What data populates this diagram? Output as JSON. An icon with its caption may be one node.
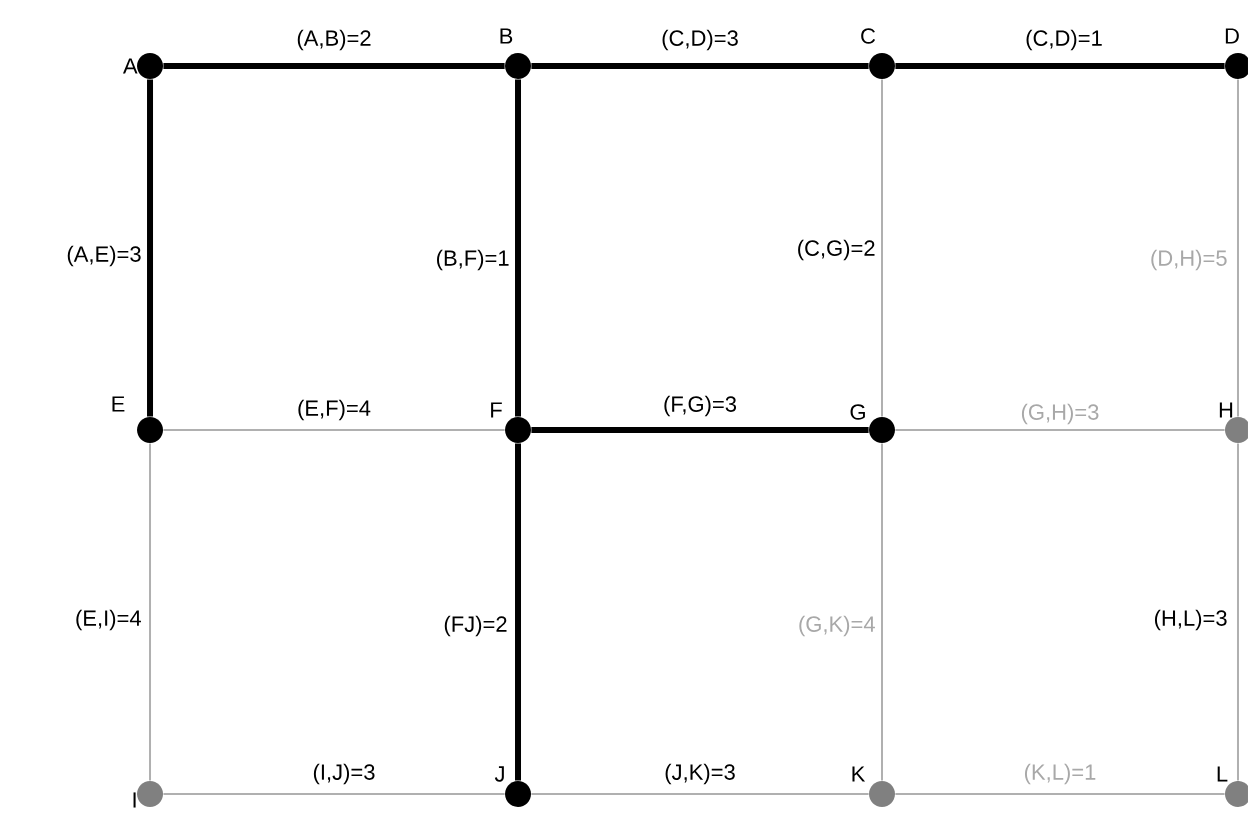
{
  "diagram": {
    "nodes": [
      {
        "text": [],
        "shape": "circle",
        "beside": [
          "A"
        ]
      },
      {
        "text": [],
        "shape": "circle",
        "beside": [
          "B"
        ]
      },
      {
        "text": [],
        "shape": "circle",
        "beside": [
          "C"
        ]
      },
      {
        "text": [],
        "shape": "circle",
        "beside": [
          "D"
        ]
      },
      {
        "text": [],
        "shape": "circle",
        "beside": [
          "E"
        ]
      },
      {
        "text": [],
        "shape": "circle",
        "beside": [
          "F"
        ]
      },
      {
        "text": [],
        "shape": "circle",
        "beside": [
          "G"
        ]
      },
      {
        "text": [],
        "shape": "circle",
        "beside": [
          "H"
        ]
      },
      {
        "text": [],
        "shape": "circle",
        "beside": [
          "I"
        ]
      },
      {
        "text": [],
        "shape": "circle",
        "beside": [
          "J"
        ]
      },
      {
        "text": [],
        "shape": "circle",
        "beside": [
          "K"
        ]
      },
      {
        "text": [],
        "shape": "circle",
        "beside": [
          "L"
        ]
      }
    ],
    "edges": [
      {
        "from": 0,
        "to": 1,
        "arrow": "none",
        "label": "(A,B)=2",
        "style": "thick",
        "color": "#000000"
      },
      {
        "from": 1,
        "to": 2,
        "arrow": "none",
        "label": "(C,D)=3",
        "style": "thick",
        "color": "#000000"
      },
      {
        "from": 2,
        "to": 3,
        "arrow": "none",
        "label": "(C,D)=1",
        "style": "thick",
        "color": "#000000"
      },
      {
        "from": 0,
        "to": 4,
        "arrow": "none",
        "label": "(A,E)=3",
        "style": "thick",
        "color": "#000000"
      },
      {
        "from": 1,
        "to": 5,
        "arrow": "none",
        "label": "(B,F)=1",
        "style": "thick",
        "color": "#000000"
      },
      {
        "from": 2,
        "to": 6,
        "arrow": "none",
        "label": "(C,G)=2"
      },
      {
        "from": 3,
        "to": 7,
        "arrow": "none",
        "label": "(D,H)=5"
      },
      {
        "from": 4,
        "to": 5,
        "arrow": "none",
        "label": "(E,F)=4"
      },
      {
        "from": 5,
        "to": 6,
        "arrow": "none",
        "label": "(F,G)=3",
        "style": "thick",
        "color": "#000000"
      },
      {
        "from": 6,
        "to": 7,
        "arrow": "none",
        "label": "(G,H)=3"
      },
      {
        "from": 4,
        "to": 8,
        "arrow": "none",
        "label": "(E,I)=4"
      },
      {
        "from": 5,
        "to": 9,
        "arrow": "none",
        "label": "(FJ)=2",
        "style": "thick",
        "color": "#000000"
      },
      {
        "from": 6,
        "to": 10,
        "arrow": "none",
        "label": "(G,K)=4"
      },
      {
        "from": 7,
        "to": 11,
        "arrow": "none",
        "label": "(H,L)=3"
      },
      {
        "from": 8,
        "to": 9,
        "arrow": "none",
        "label": "(I,J)=3"
      },
      {
        "from": 9,
        "to": 10,
        "arrow": "none",
        "label": "(J,K)=3"
      },
      {
        "from": 10,
        "to": 11,
        "arrow": "none",
        "label": "(K,L)=1"
      }
    ]
  }
}
